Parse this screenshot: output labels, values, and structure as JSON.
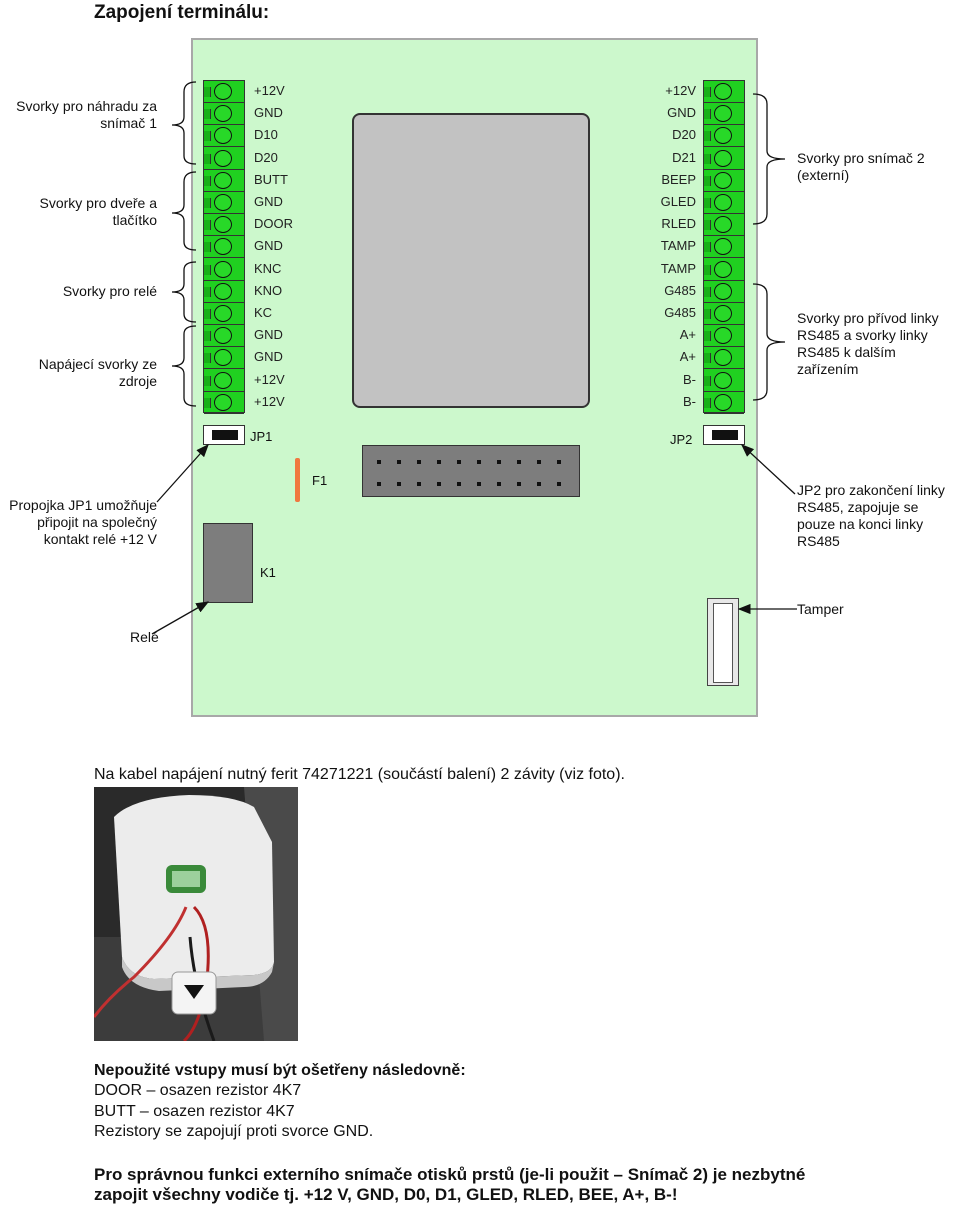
{
  "title": "Zapojení terminálu:",
  "left_pins": [
    "+12V",
    "GND",
    "D10",
    "D20",
    "BUTT",
    "GND",
    "DOOR",
    "GND",
    "KNC",
    "KNO",
    "KC",
    "GND",
    "GND",
    "+12V",
    "+12V"
  ],
  "right_pins": [
    "+12V",
    "GND",
    "D20",
    "D21",
    "BEEP",
    "GLED",
    "RLED",
    "TAMP",
    "TAMP",
    "G485",
    "G485",
    "A+",
    "A+",
    "B-",
    "B-"
  ],
  "left_groups": [
    {
      "text": "Svorky pro náhradu za snímač 1"
    },
    {
      "text": "Svorky pro dveře a tlačítko"
    },
    {
      "text": "Svorky pro relé"
    },
    {
      "text": "Napájecí svorky ze zdroje"
    }
  ],
  "right_groups": [
    {
      "text": "Svorky pro snímač 2 (externí)"
    },
    {
      "text": "Svorky pro přívod linky RS485 a svorky linky RS485 k dalším zařízením"
    }
  ],
  "components": {
    "jp1": "JP1",
    "jp2": "JP2",
    "f1": "F1",
    "k1": "K1"
  },
  "callouts": {
    "jp1": "Propojka JP1 umožňuje připojit na společný kontakt relé +12 V",
    "jp2": "JP2 pro zakončení linky RS485, zapojuje se pouze na konci linky RS485",
    "tamper": "Tamper",
    "relay": "Relé"
  },
  "ferrite_note": "Na kabel napájení nutný ferit 74271221 (součástí balení) 2 závity (viz foto).",
  "unused_inputs": {
    "heading": "Nepoužité vstupy musí být ošetřeny následovně:",
    "lines": [
      "DOOR – osazen rezistor 4K7",
      "BUTT – osazen rezistor 4K7",
      "Rezistory se zapojují proti svorce GND."
    ]
  },
  "final_note": {
    "line1": "Pro správnou funkci externího snímače otisků prstů (je-li použit – Snímač 2) je nezbytné",
    "line2": "zapojit všechny vodiče tj. +12 V, GND, D0, D1, GLED, RLED, BEE, A+, B-!"
  },
  "colors": {
    "board": "#ccf8cc",
    "terminal": "#20d020",
    "fuse": "#f07840",
    "module": "#7d7d7d"
  }
}
